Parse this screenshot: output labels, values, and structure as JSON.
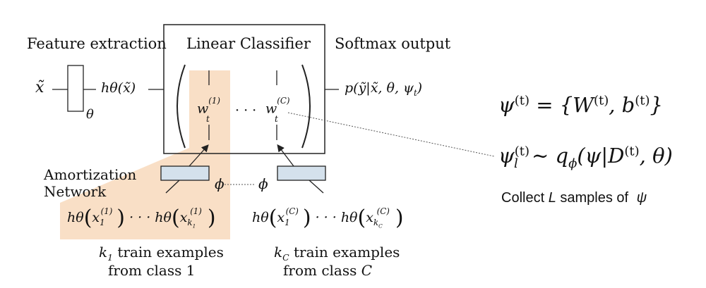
{
  "labels": {
    "feature_extraction": "Feature extraction",
    "linear_classifier": "Linear Classifier",
    "softmax_output": "Softmax output",
    "amortization_line1": "Amortization",
    "amortization_line2": "Network",
    "k1_line1": "k",
    "k1_sub": "1",
    "k1_line1_rest": " train examples",
    "k1_line2": "from class 1",
    "kc_line1": "k",
    "kc_sub": "C",
    "kc_line1_rest": " train examples",
    "kc_line2_prefix": "from class ",
    "kc_line2_var": "C",
    "collect_prefix": "Collect ",
    "collect_L": "L",
    "collect_mid": " samples of ",
    "collect_psi": "ψ"
  },
  "math": {
    "x_tilde": "x̃",
    "theta": "θ",
    "h_theta_x": "hθ(x̃)",
    "w_t1": "w",
    "w_sup1": "(1)",
    "w_sub": "t",
    "dots": "· · ·",
    "w_supC": "(C)",
    "p_out": "p(ỹ|x̃, θ, ψ",
    "p_out_sub": "t",
    "p_out_close": ")",
    "phi": "ϕ",
    "h1_left": "hθ",
    "h1_x": "x",
    "h1_sup": "(1)",
    "h1_sub": "1",
    "h1_dots": "· · · hθ",
    "h1_sub_k": "k",
    "h1_sub_k1": "1",
    "hc_sup": "(C)",
    "hc_sub_k": "k",
    "hc_sub_kC": "C",
    "eq1": "ψ",
    "eq1_sup": "(t)",
    "eq1_rhs": " = {W",
    "eq1_rhs2": ", b",
    "eq1_close": "}",
    "eq2": "ψ",
    "eq2_sub": "l",
    "eq2_sup": "(t)",
    "eq2_rhs": " ∼ q",
    "eq2_phi": "ϕ",
    "eq2_rest": "(ψ|D",
    "eq2_rest2": ", θ)"
  },
  "colors": {
    "highlight": "#f9dfc6",
    "encoder_fill": "#d4e1ec",
    "stroke": "#222222"
  }
}
